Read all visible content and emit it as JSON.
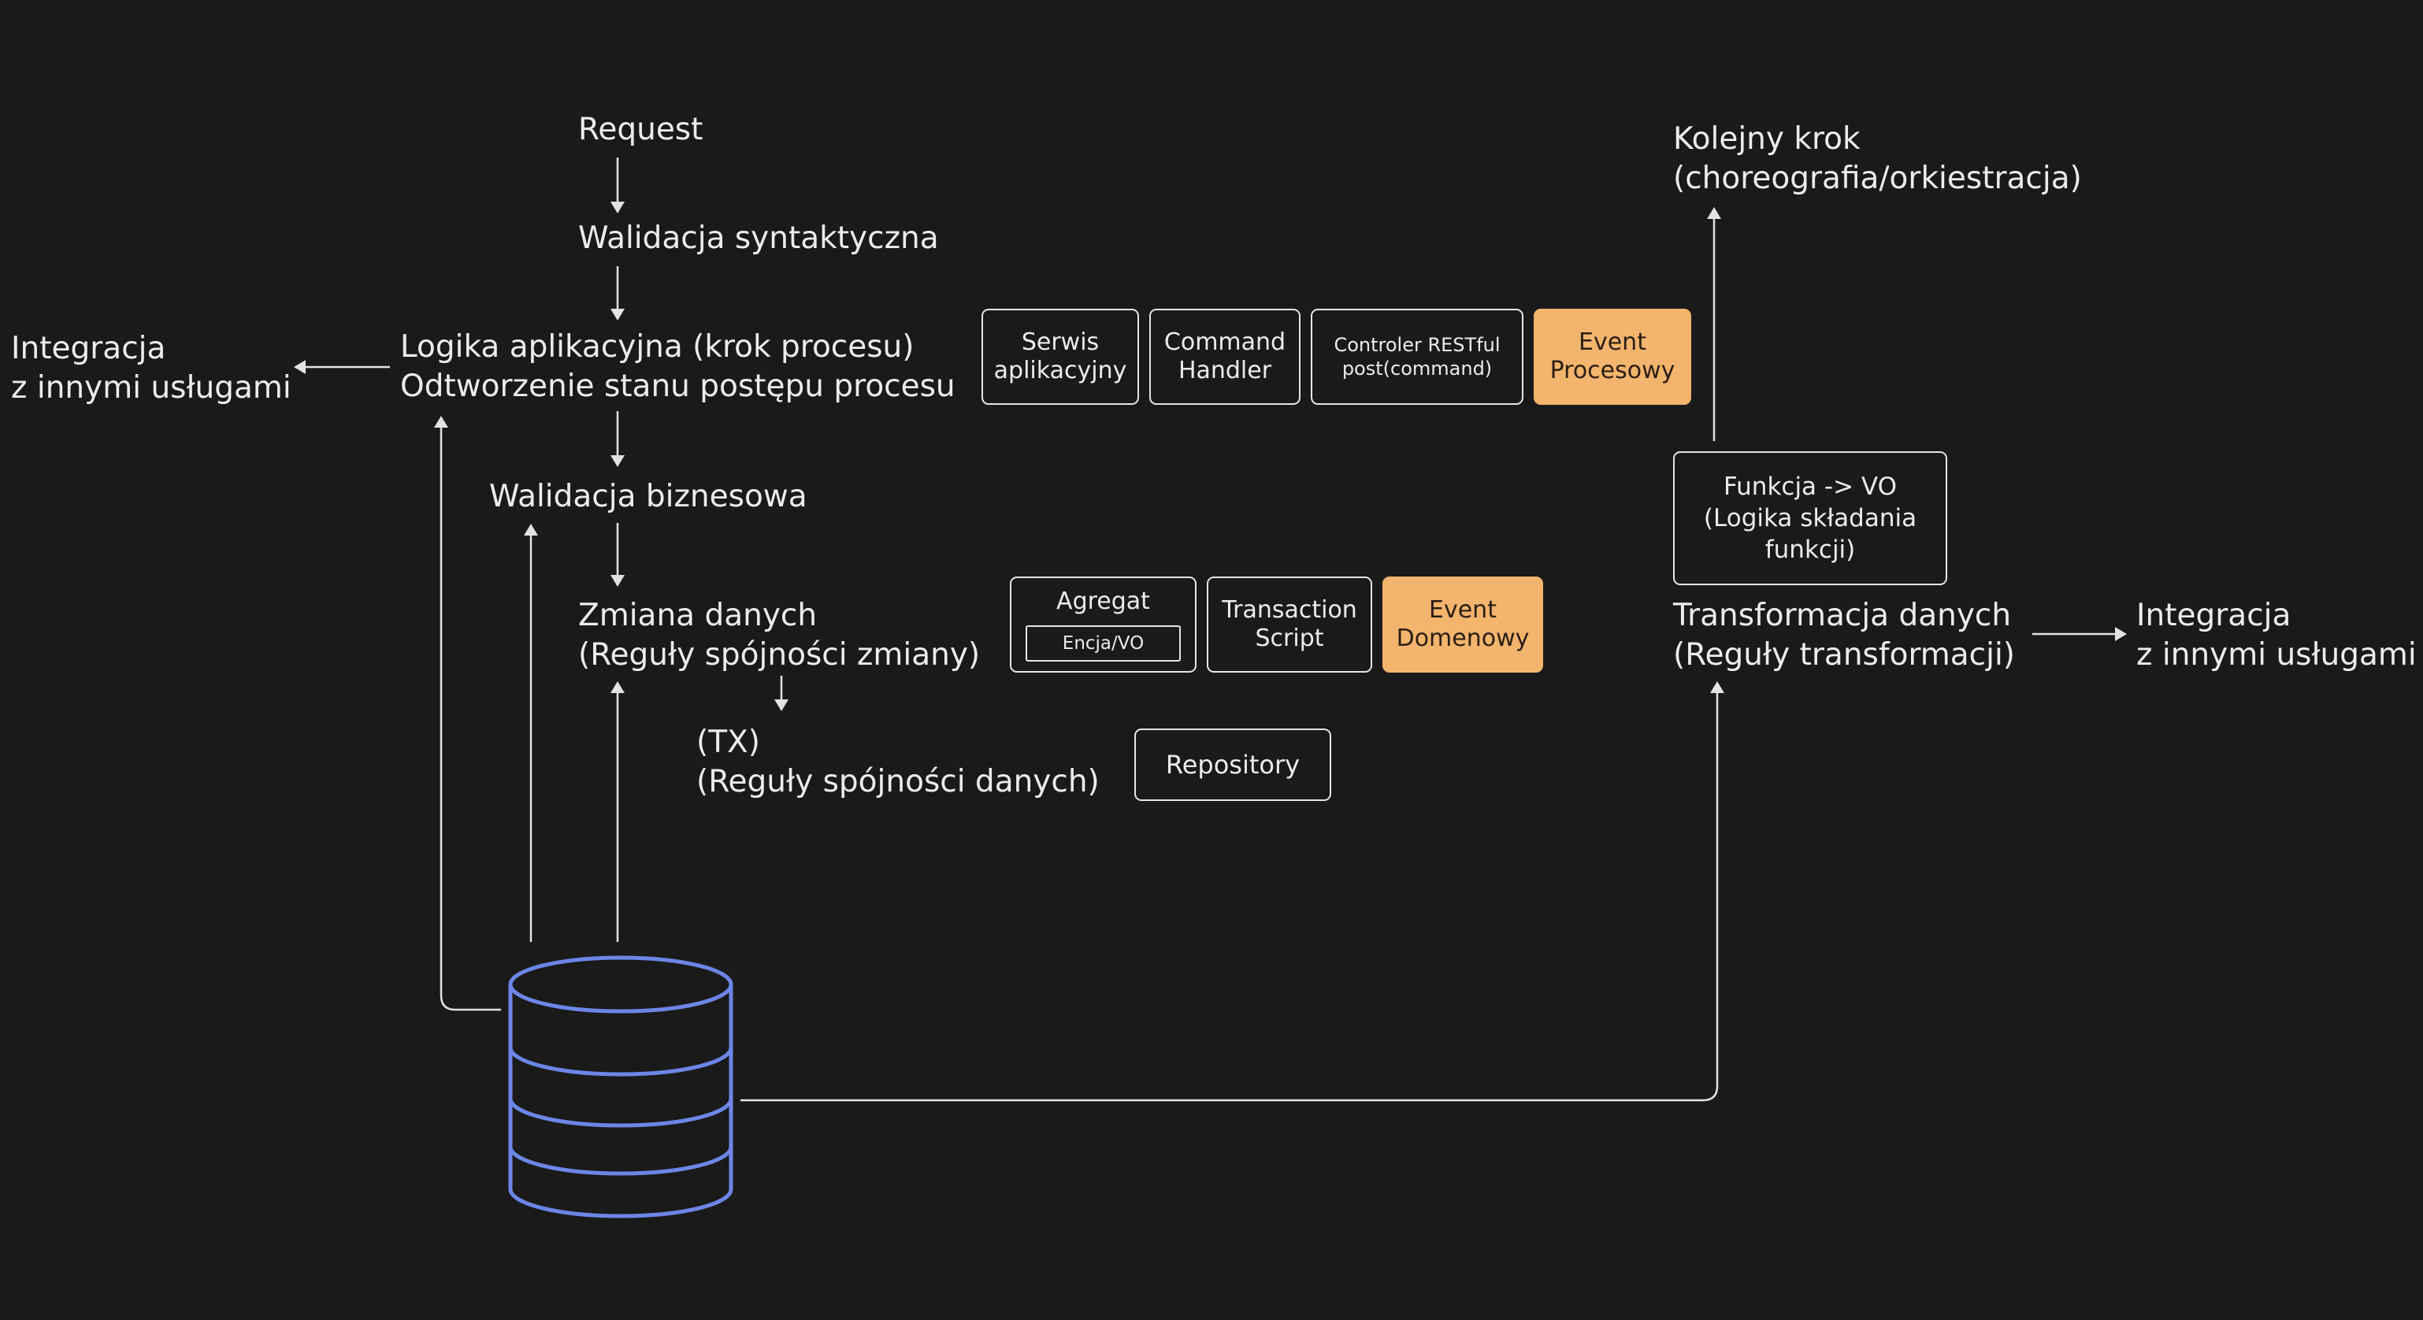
{
  "colors": {
    "background": "#1b1a1a",
    "text": "#ececec",
    "accent": "#f3b46d",
    "database": "#6b86e6"
  },
  "flow": {
    "request": "Request",
    "syntax_validation": "Walidacja syntaktyczna",
    "app_logic": [
      "Logika aplikacyjna (krok procesu)",
      "Odtworzenie stanu postępu procesu"
    ],
    "business_validation": "Walidacja biznesowa",
    "data_change": [
      "Zmiana danych",
      "(Reguły spójności zmiany)"
    ],
    "tx": [
      "(TX)",
      "(Reguły spójności danych)"
    ],
    "integration_left": [
      "Integracja",
      "z innymi usługami"
    ],
    "next_step": [
      "Kolejny krok",
      "(choreografia/orkiestracja)"
    ],
    "data_transformation": [
      "Transformacja danych",
      "(Reguły transformacji)"
    ],
    "integration_right": [
      "Integracja",
      "z innymi usługami"
    ]
  },
  "app_boxes": [
    {
      "name": "serwis-aplikacyjny-box",
      "lines": [
        "Serwis",
        "aplikacyjny"
      ],
      "highlight": false
    },
    {
      "name": "command-handler-box",
      "lines": [
        "Command",
        "Handler"
      ],
      "highlight": false
    },
    {
      "name": "controler-restful-box",
      "lines": [
        "Controler RESTful",
        "post(command)"
      ],
      "highlight": false
    },
    {
      "name": "event-procesowy-box",
      "lines": [
        "Event",
        "Procesowy"
      ],
      "highlight": true
    }
  ],
  "domain_boxes": {
    "agregat": {
      "title": "Agregat",
      "inner": "Encja/VO"
    },
    "transaction_script": [
      "Transaction",
      "Script"
    ],
    "event_domenowy": [
      "Event",
      "Domenowy"
    ]
  },
  "repository": "Repository",
  "function_box": [
    "Funkcja -> VO",
    "(Logika składania",
    "funkcji)"
  ],
  "database_icon": "database-icon"
}
